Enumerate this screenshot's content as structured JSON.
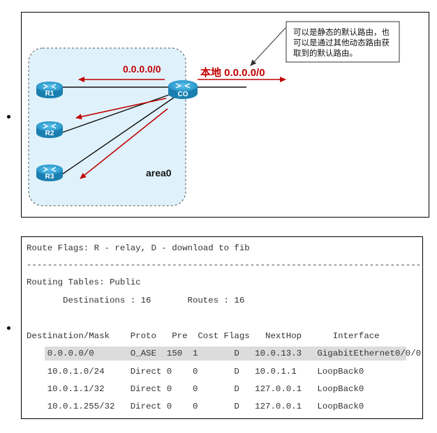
{
  "diagram": {
    "area_label": "area0",
    "routers": [
      {
        "id": "r1",
        "label": "R1"
      },
      {
        "id": "r2",
        "label": "R2"
      },
      {
        "id": "r3",
        "label": "R3"
      },
      {
        "id": "co",
        "label": "CO"
      }
    ],
    "route_label_left": "0.0.0.0/0",
    "route_label_local": "本地 0.0.0.0/0",
    "callout_lines": [
      "可以是静态的默认路由，也",
      "可以是通过其他动态路由获",
      "取到的默认路由。"
    ],
    "colors": {
      "arrow": "#c00000",
      "area_fill": "#dff2fb",
      "router_fill": "#2aa0d6"
    }
  },
  "cli": {
    "lines": [
      "Route Flags: R - relay, D - download to fib",
      "------------------------------------------------------------------------------",
      "Routing Tables: Public",
      "       Destinations : 16       Routes : 16",
      "",
      "Destination/Mask    Proto   Pre  Cost Flags   NextHop      Interface",
      "    0.0.0.0/0       O_ASE  150  1       D   10.0.13.3   GigabitEthernet0/0/0",
      "    10.0.1.0/24     Direct 0    0       D   10.0.1.1    LoopBack0",
      "    10.0.1.1/32     Direct 0    0       D   127.0.0.1   LoopBack0",
      "    10.0.1.255/32   Direct 0    0       D   127.0.0.1   LoopBack0"
    ]
  }
}
